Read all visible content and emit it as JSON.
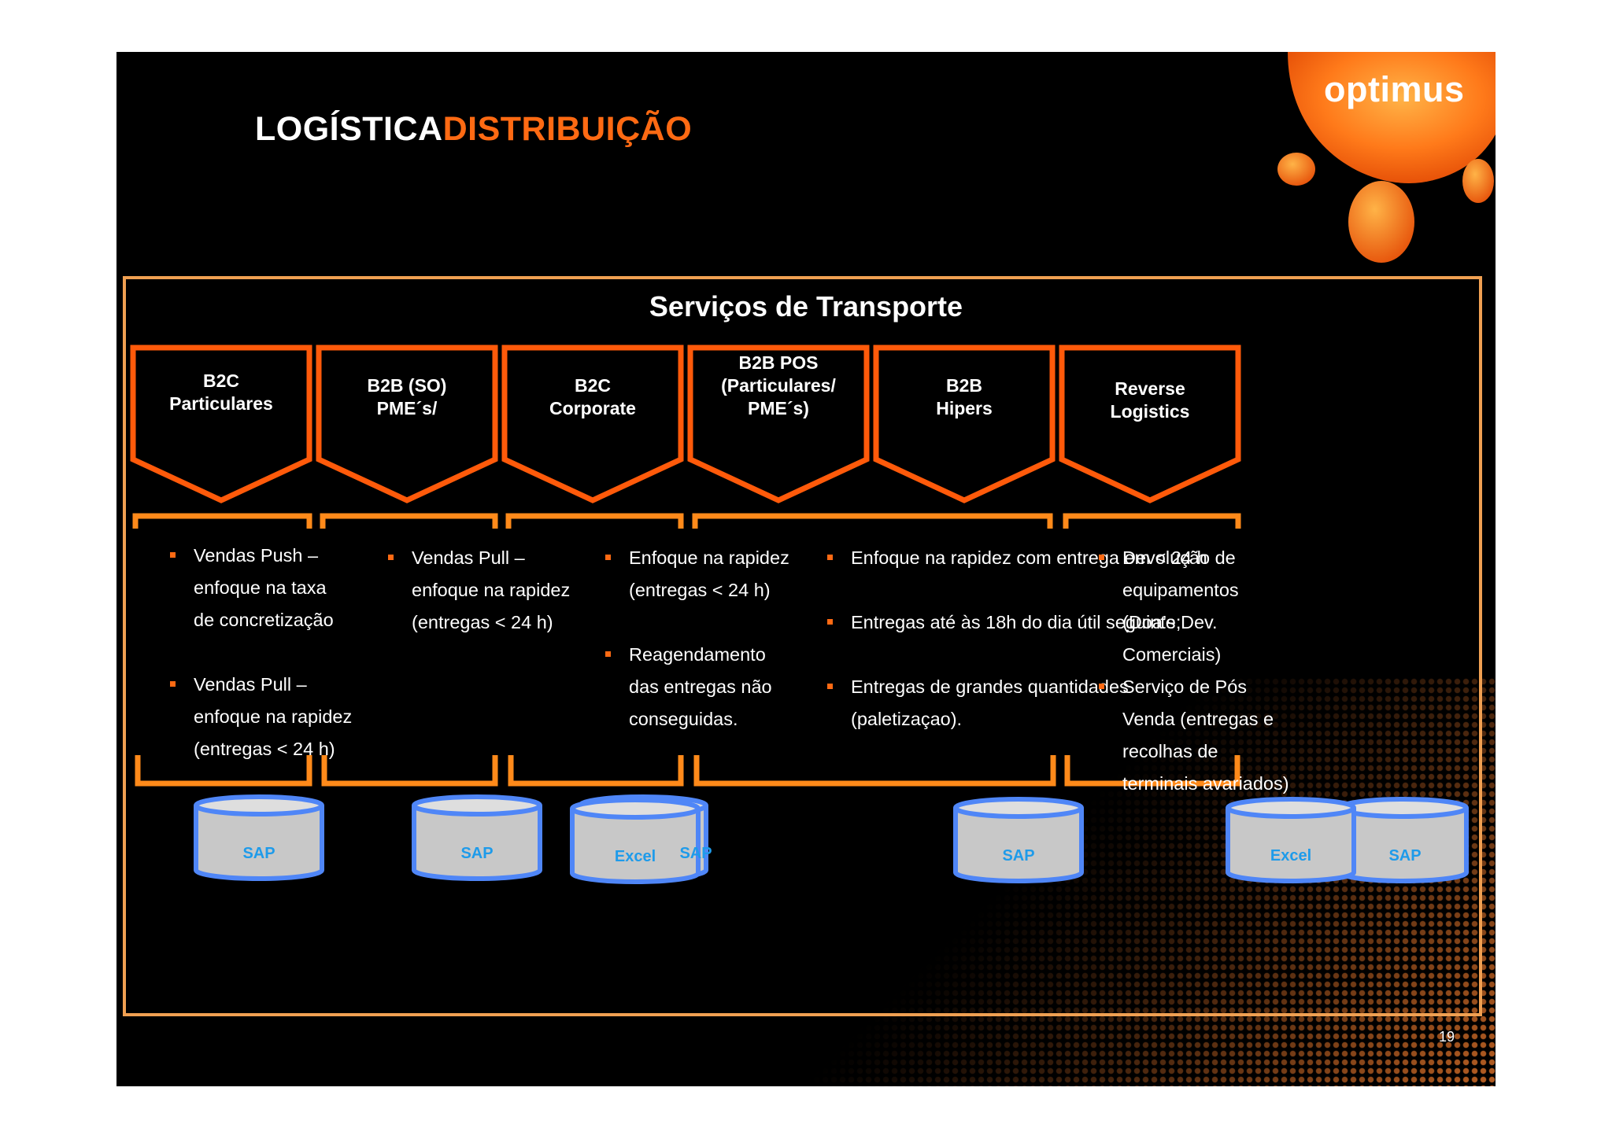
{
  "header": {
    "title_white": "LOGÍSTICA",
    "title_orange": "DISTRIBUIÇÃO",
    "logo": "optimus"
  },
  "panel": {
    "title": "Serviços de Transporte"
  },
  "columns": [
    {
      "label_lines": [
        "B2C",
        "Particulares"
      ],
      "bullets": [
        [
          "Vendas Push –",
          "enfoque na  taxa",
          "de concretização"
        ],
        [
          " Vendas Pull –",
          "enfoque na rapidez",
          "(entregas < 24 h)"
        ]
      ],
      "systems": [
        "SAP"
      ]
    },
    {
      "label_lines": [
        "B2B (SO)",
        "PME´s/"
      ],
      "bullets": [
        [
          "Vendas Pull –",
          "enfoque na rapidez",
          "(entregas < 24 h)"
        ]
      ],
      "systems": [
        "SAP"
      ]
    },
    {
      "label_lines": [
        "B2C",
        "Corporate"
      ],
      "bullets": [
        [
          "Enfoque na rapidez",
          "(entregas < 24 h)"
        ],
        [
          "Reagendamento",
          "das entregas não",
          "conseguidas."
        ]
      ],
      "systems": [
        "Excel",
        "SAP"
      ]
    },
    {
      "label_lines": [
        "B2B POS",
        "(Particulares/",
        "PME´s)"
      ],
      "bullets": [
        [
          "Enfoque na rapidez com entrega em < 24 h"
        ],
        [
          "Entregas até às 18h do dia útil seguinte;"
        ],
        [
          "Entregas de grandes quantidades",
          "(paletizaçao)."
        ]
      ],
      "systems": [
        "SAP"
      ]
    },
    {
      "label_lines": [
        "B2B",
        "Hipers"
      ],
      "bullets": [],
      "systems": []
    },
    {
      "label_lines": [
        "Reverse",
        "Logistics"
      ],
      "bullets": [
        [
          "Devolução de",
          "equipamentos",
          "(Doa’s Dev.",
          "Comerciais)"
        ],
        [
          "Serviço de Pós",
          "Venda (entregas e",
          "recolhas de",
          "terminais avariados)"
        ]
      ],
      "systems": [
        "Excel",
        "SAP"
      ]
    }
  ],
  "page_number": "19",
  "colors": {
    "background": "#000000",
    "accent_orange": "#ff6a13",
    "chevron_stroke": "#ff5a0a",
    "frame": "#f0a052",
    "database_fill": "#c8c8c8",
    "database_stroke": "#4f86f7",
    "database_text": "#1e9bea"
  }
}
